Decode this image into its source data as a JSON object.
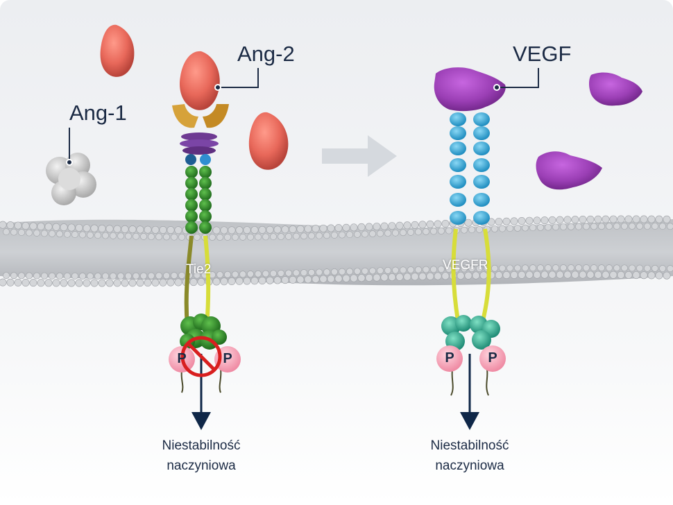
{
  "labels": {
    "ang1": "Ang-1",
    "ang2": "Ang-2",
    "vegf": "VEGF",
    "tie2": "Tie2",
    "vegfr": "VEGFR"
  },
  "phospho": {
    "left_p1": "P",
    "left_p2": "P",
    "right_p1": "P",
    "right_p2": "P"
  },
  "outcomes": {
    "left_line1": "Niestabilność",
    "left_line2": "naczyniowa",
    "right_line1": "Niestabilność",
    "right_line2": "naczyniowa"
  },
  "colors": {
    "label_text": "#1b2a44",
    "ang2_protein": "#e8685a",
    "ang1_protein": "#cfcfcf",
    "vegf_protein": "#9b3fb5",
    "tie2_domains": "#2f8a2a",
    "vegfr_domains": "#34a9d6",
    "transmembrane": "#d7dd3a",
    "phospho": "#f5a6b8",
    "arrow": "#0f2748",
    "transition_arrow": "#d5d9de",
    "inhibit": "#d81f1f"
  }
}
